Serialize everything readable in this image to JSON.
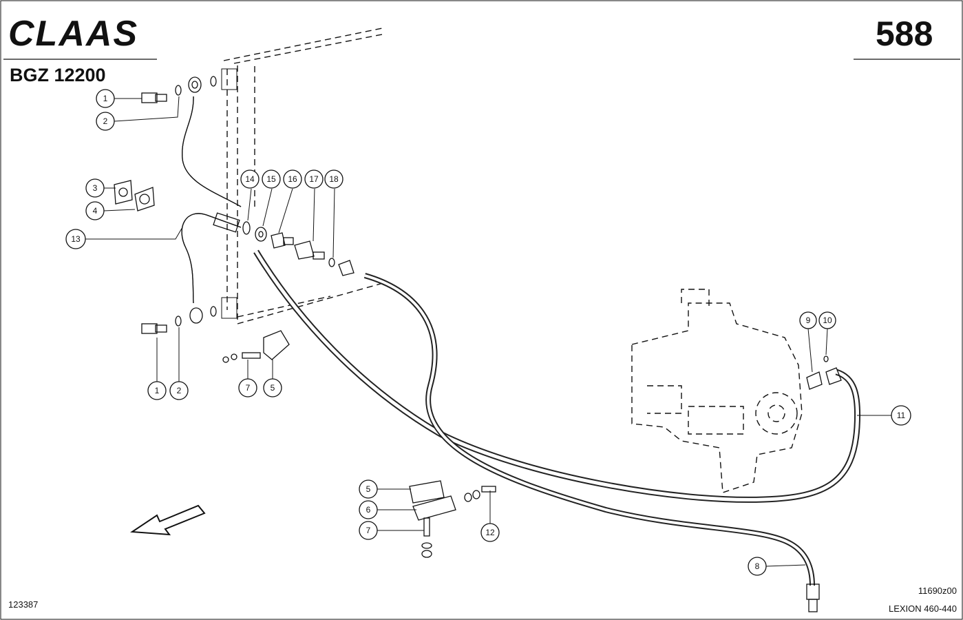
{
  "header": {
    "brand": "CLAAS",
    "group_code": "BGZ 12200",
    "page_number": "588"
  },
  "footer": {
    "image_id": "123387",
    "drawing_code": "11690z00",
    "model": "LEXION 460-440"
  },
  "callouts": [
    "1",
    "2",
    "3",
    "4",
    "13",
    "1",
    "2",
    "7",
    "5",
    "14",
    "15",
    "16",
    "17",
    "18",
    "9",
    "10",
    "11",
    "5",
    "6",
    "7",
    "12",
    "8"
  ]
}
